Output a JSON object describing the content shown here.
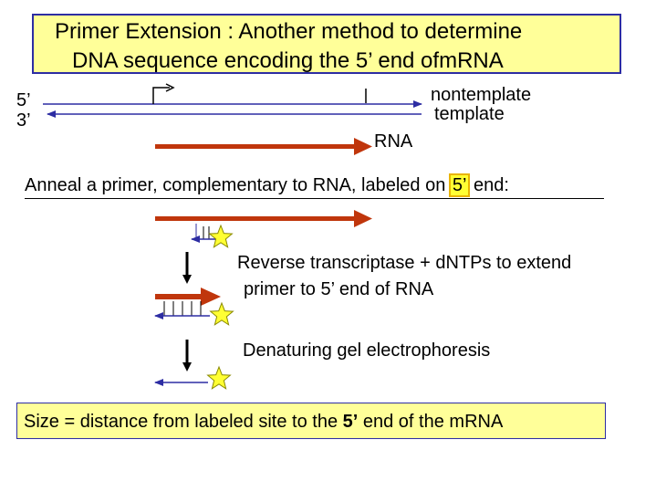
{
  "title": {
    "line1": "Primer Extension : Another method to determine",
    "line2": "DNA sequence encoding the 5’ end ofmRNA"
  },
  "strand_labels": {
    "five_prime": "5’",
    "three_prime": "3’",
    "nontemplate": "nontemplate",
    "template": "template",
    "rna": "RNA"
  },
  "anneal": {
    "before": "Anneal a primer, complementary to RNA, labeled on ",
    "highlight": "5’",
    "after": " end:"
  },
  "step1": {
    "line1": "Reverse transcriptase + dNTPs to extend",
    "line2": "primer to 5’ end of RNA"
  },
  "step2": "Denaturing gel electrophoresis",
  "conclusion": {
    "before": "Size = distance from labeled site to the ",
    "bold": "5’",
    "after": " end of the mRNA"
  },
  "colors": {
    "title_fill": "#ffff99",
    "border_blue": "#2d2da3",
    "rna_red": "#c0360c",
    "dna_blue": "#2d2da3",
    "star_yellow": "#ffff33",
    "highlight_yellow": "#ffff33"
  }
}
